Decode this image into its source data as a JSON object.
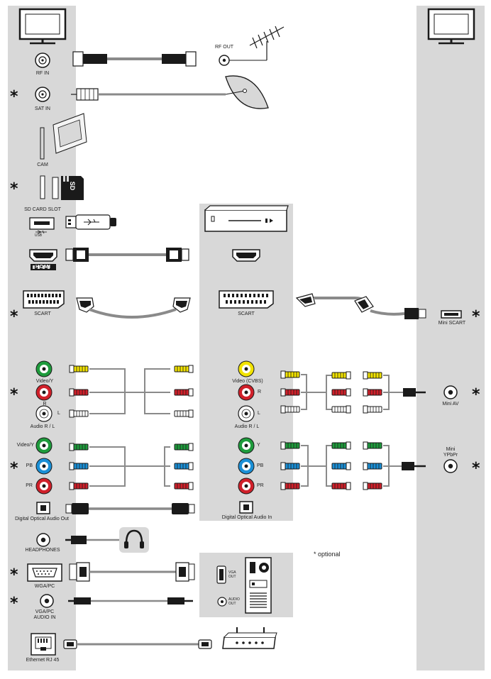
{
  "labels": {
    "rf_in": "RF IN",
    "rf_out": "RF OUT",
    "sat_in": "SAT IN",
    "cam": "CAM",
    "sd_card_slot": "SD CARD SLOT",
    "sd_text": "SD",
    "usb": "USB",
    "hdmi": "HDMI",
    "scart_tv": "SCART",
    "scart_player": "SCART",
    "mini_scart": "Mini SCART",
    "video_y": "Video/Y",
    "r": "R",
    "l": "L",
    "audio_rl": "Audio R / L",
    "video_cvbs": "Video (CVBS)",
    "r_player": "R",
    "l_player": "L",
    "audio_rl_player": "Audio R / L",
    "mini_av": "Mini AV",
    "video_y_comp": "Video/Y",
    "pb": "PB",
    "pr": "PR",
    "y_player": "Y",
    "pb_player": "PB",
    "pr_player": "PR",
    "mini_ypbpr_1": "Mini",
    "mini_ypbpr_2": "YPbPr",
    "optical_out": "Digital Optical Audio Out",
    "optical_in": "Digital Optical Audio In",
    "headphones": "HEADPHONES",
    "wga_pc": "WGA/PC",
    "vga_pc_audio_1": "VGA/PC",
    "vga_pc_audio_2": "AUDIO IN",
    "vga_out_1": "VGA",
    "vga_out_2": "OUT",
    "audio_out_1": "AUDIO",
    "audio_out_2": "OUT",
    "ethernet": "Ethernet RJ 45",
    "optional_note": "* optional",
    "star": "*"
  },
  "colors": {
    "panel": "#d8d8d8",
    "cable": "#8a8a8a",
    "green": "#1e9b3c",
    "red": "#d0202a",
    "yellow": "#f2e300",
    "blue": "#1a8fd6",
    "white": "#ffffff",
    "dark": "#1a1a1a"
  }
}
